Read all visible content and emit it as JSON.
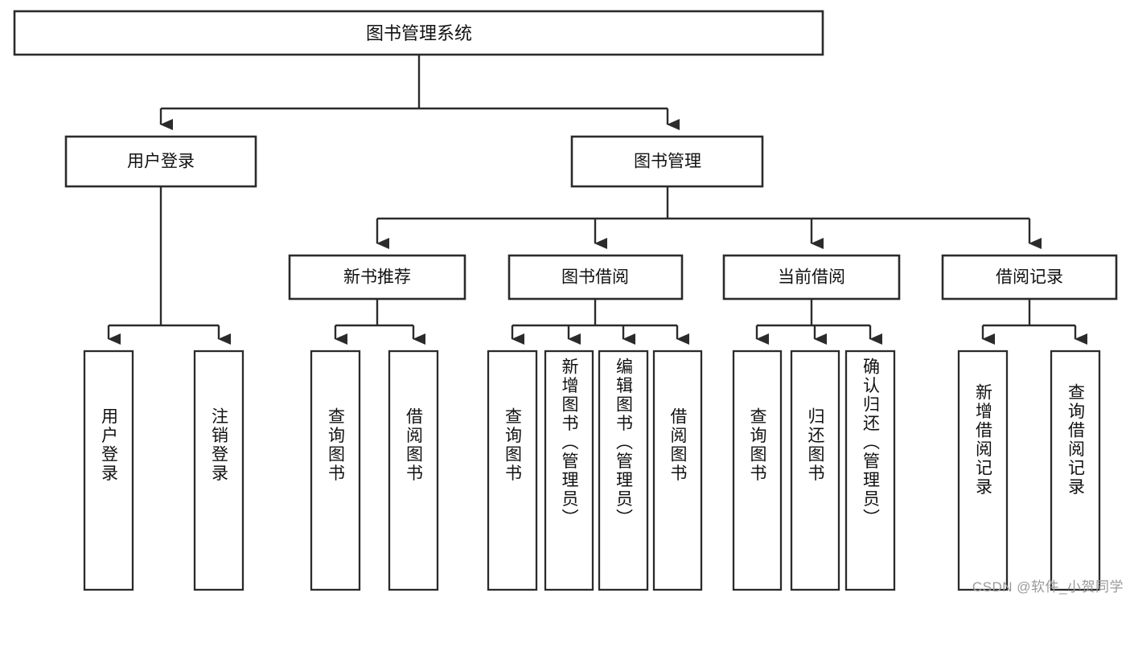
{
  "diagram": {
    "title": "图书管理系统",
    "type": "hierarchy-tree",
    "colors": {
      "box_stroke": "#2b2b2b",
      "box_fill": "#ffffff",
      "text": "#111111",
      "background": "#ffffff",
      "watermark": "#9a9a9a"
    },
    "root": {
      "label": "图书管理系统"
    },
    "level2": [
      {
        "label": "用户登录"
      },
      {
        "label": "图书管理"
      }
    ],
    "level3": [
      {
        "label": "新书推荐"
      },
      {
        "label": "图书借阅"
      },
      {
        "label": "当前借阅"
      },
      {
        "label": "借阅记录"
      }
    ],
    "leaves": {
      "user_login": [
        {
          "label": "用户登录"
        },
        {
          "label": "注销登录"
        }
      ],
      "new_book_recommend": [
        {
          "label": "查询图书"
        },
        {
          "label": "借阅图书"
        }
      ],
      "book_borrow": [
        {
          "label": "查询图书"
        },
        {
          "label": "新增图书（管理员）"
        },
        {
          "label": "编辑图书（管理员）"
        },
        {
          "label": "借阅图书"
        }
      ],
      "current_borrow": [
        {
          "label": "查询图书"
        },
        {
          "label": "归还图书"
        },
        {
          "label": "确认归还（管理员）"
        }
      ],
      "borrow_record": [
        {
          "label": "新增借阅记录"
        },
        {
          "label": "查询借阅记录"
        }
      ]
    }
  },
  "watermark": {
    "text": "CSDN @软件_小贺同学"
  }
}
